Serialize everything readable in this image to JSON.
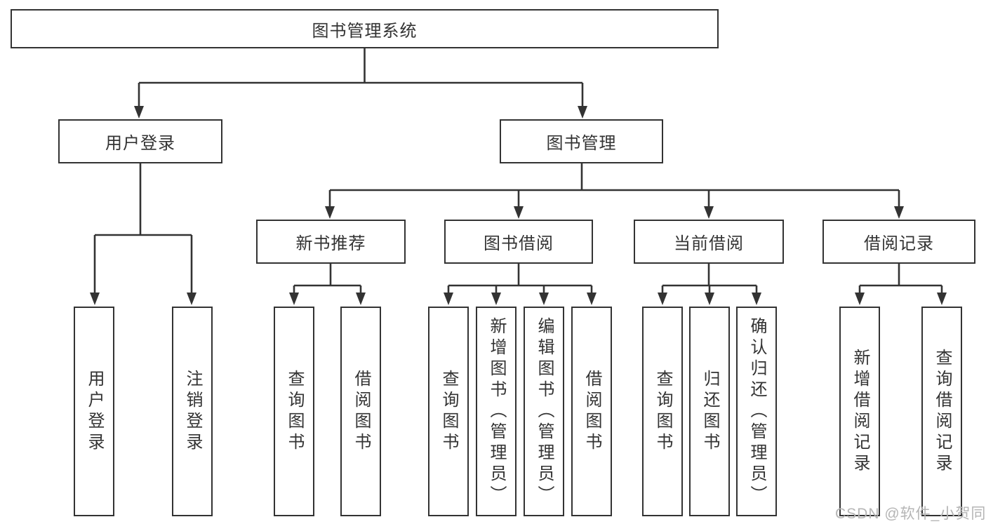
{
  "diagram": {
    "root": {
      "label": "图书管理系统"
    },
    "branches": [
      {
        "label": "用户登录",
        "children": [
          {
            "label": "用户登录"
          },
          {
            "label": "注销登录"
          }
        ]
      },
      {
        "label": "图书管理",
        "children": [
          {
            "label": "新书推荐",
            "children": [
              {
                "label": "查询图书"
              },
              {
                "label": "借阅图书"
              }
            ]
          },
          {
            "label": "图书借阅",
            "children": [
              {
                "label": "查询图书"
              },
              {
                "label": "新增图书（管理员）"
              },
              {
                "label": "编辑图书（管理员）"
              },
              {
                "label": "借阅图书"
              }
            ]
          },
          {
            "label": "当前借阅",
            "children": [
              {
                "label": "查询图书"
              },
              {
                "label": "归还图书"
              },
              {
                "label": "确认归还（管理员）"
              }
            ]
          },
          {
            "label": "借阅记录",
            "children": [
              {
                "label": "新增借阅记录"
              },
              {
                "label": "查询借阅记录"
              }
            ]
          }
        ]
      }
    ]
  },
  "watermark": {
    "text": "CSDN @软件_小贺同学"
  },
  "colors": {
    "line": "#333333",
    "text": "#333333",
    "watermark": "#b5b5b5",
    "background": "#ffffff"
  }
}
